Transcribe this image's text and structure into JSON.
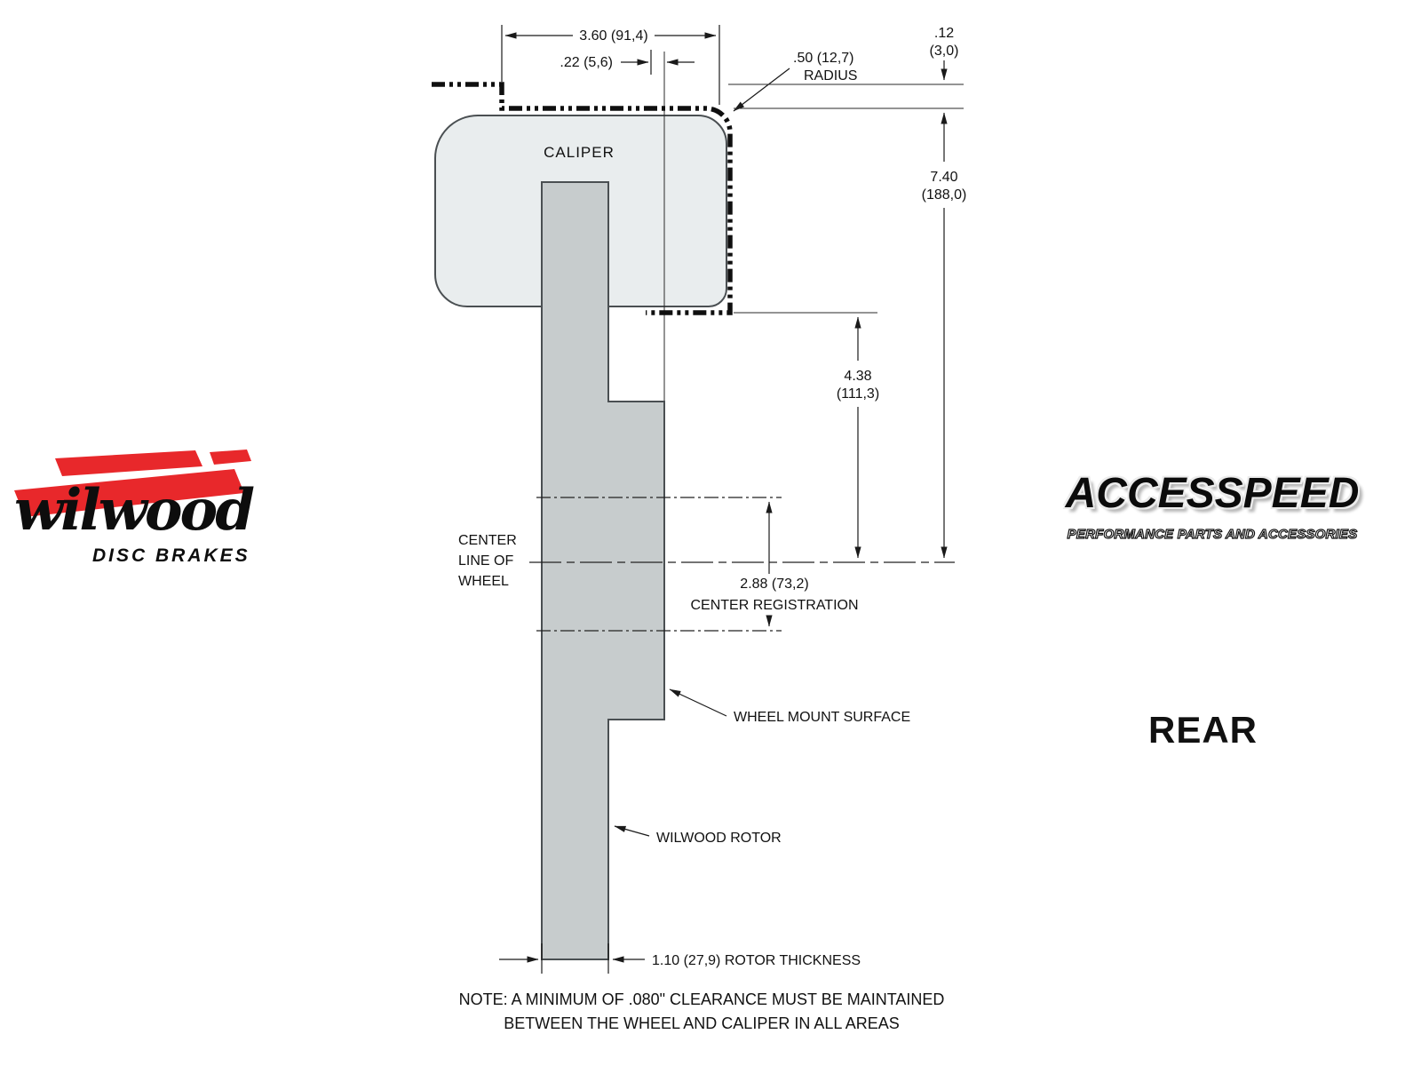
{
  "colors": {
    "background": "#ffffff",
    "caliper_fill": "#e9edee",
    "rotor_fill": "#c7cccd",
    "wilwood_red": "#e8282b"
  },
  "drawing": {
    "caliper_label": "CALIPER",
    "dimensions": {
      "caliper_width": "3.60 (91,4)",
      "caliper_offset": ".22 (5,6)",
      "radius": ".50 (12,7)",
      "radius_word": "RADIUS",
      "clearance_value": ".12",
      "clearance_mm": "(3,0)",
      "overall_height_value": "7.40",
      "overall_height_mm": "(188,0)",
      "mount_depth_value": "4.38",
      "mount_depth_mm": "(111,3)",
      "center_registration_value": "2.88 (73,2)",
      "center_registration_label": "CENTER REGISTRATION",
      "rotor_thickness": "1.10 (27,9) ROTOR THICKNESS"
    },
    "labels": {
      "center_line_1": "CENTER",
      "center_line_2": "LINE OF",
      "center_line_3": "WHEEL",
      "wheel_mount_surface": "WHEEL MOUNT SURFACE",
      "wilwood_rotor": "WILWOOD ROTOR"
    },
    "note_line_1": "NOTE: A MINIMUM OF .080\" CLEARANCE MUST BE MAINTAINED",
    "note_line_2": "BETWEEN THE WHEEL AND CALIPER IN ALL AREAS"
  },
  "branding": {
    "wilwood_name": "wilwood",
    "wilwood_tagline": "DISC BRAKES",
    "accesspeed_name": "ACCESSPEED",
    "accesspeed_tagline": "PERFORMANCE PARTS AND ACCESSORIES",
    "view_label": "REAR"
  }
}
